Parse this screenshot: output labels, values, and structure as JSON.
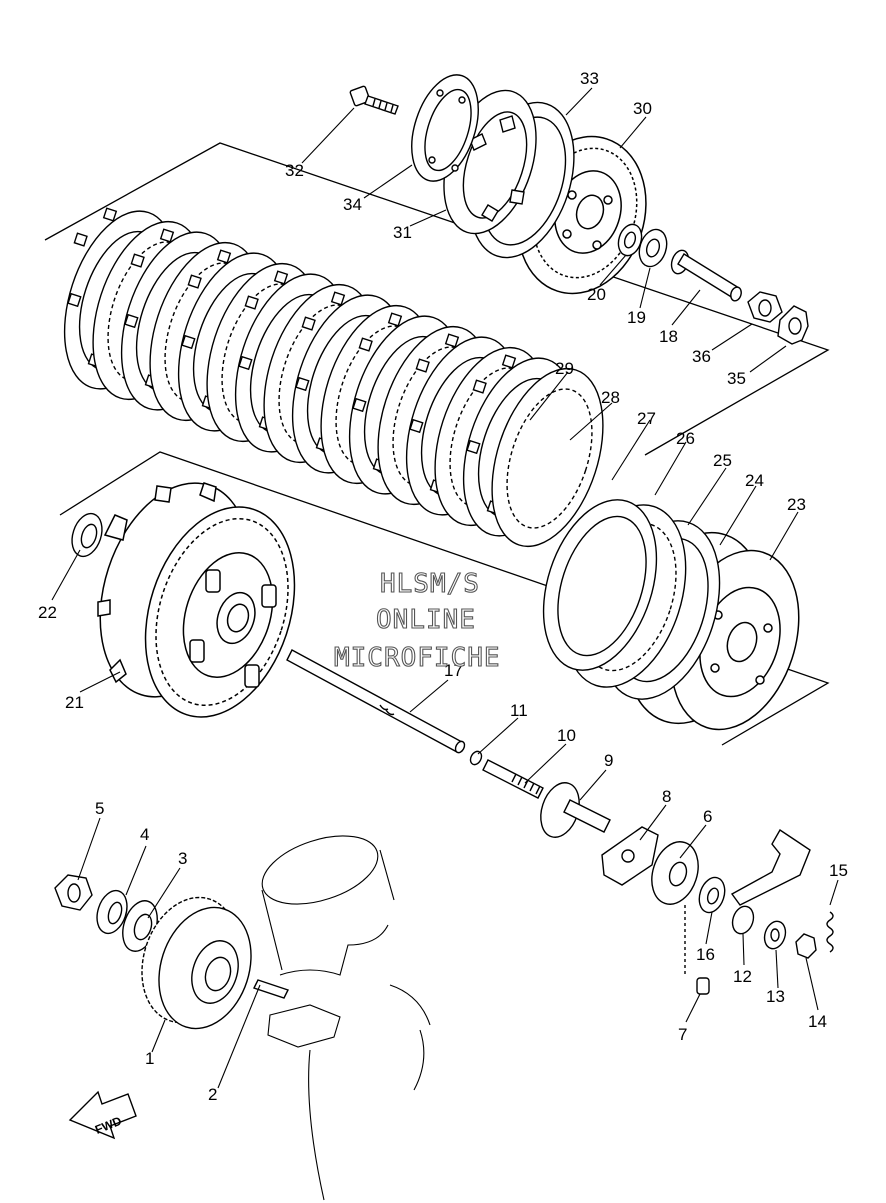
{
  "watermark": {
    "line1": "HLSM/S",
    "line2": "ONLINE",
    "line3": "MICROFICHE"
  },
  "forward_label": "FWD",
  "callouts": [
    "1",
    "2",
    "3",
    "4",
    "5",
    "6",
    "7",
    "8",
    "9",
    "10",
    "11",
    "12",
    "13",
    "14",
    "15",
    "16",
    "17",
    "18",
    "19",
    "20",
    "21",
    "22",
    "23",
    "24",
    "25",
    "26",
    "27",
    "28",
    "29",
    "30",
    "31",
    "32",
    "33",
    "34",
    "35",
    "36"
  ]
}
